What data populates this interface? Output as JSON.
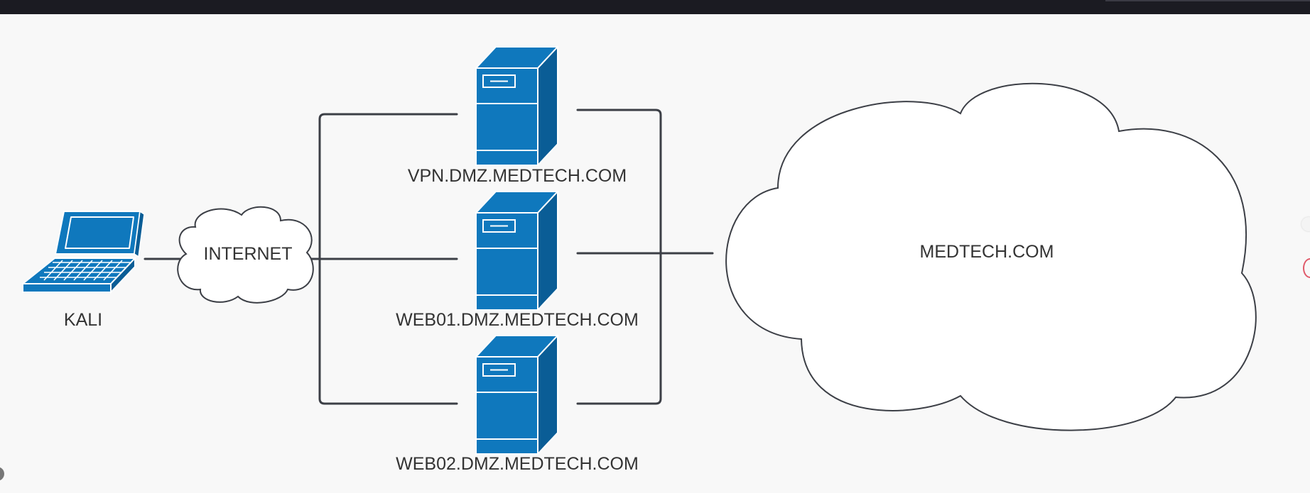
{
  "nodes": {
    "kali": {
      "label": "KALI",
      "icon": "laptop-icon"
    },
    "internet": {
      "label": "INTERNET",
      "icon": "cloud-icon"
    },
    "vpn": {
      "label": "VPN.DMZ.MEDTECH.COM",
      "icon": "server-icon"
    },
    "web01": {
      "label": "WEB01.DMZ.MEDTECH.COM",
      "icon": "server-icon"
    },
    "web02": {
      "label": "WEB02.DMZ.MEDTECH.COM",
      "icon": "server-icon"
    },
    "medtech": {
      "label": "MEDTECH.COM",
      "icon": "cloud-icon"
    }
  },
  "colors": {
    "device_blue": "#0f78bd",
    "line": "#3c3f46",
    "background": "#f8f8f8",
    "top_bar": "#1b1b22"
  }
}
